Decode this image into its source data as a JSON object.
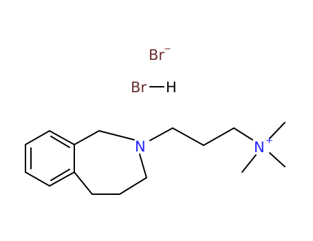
{
  "molecule": {
    "labels": {
      "bromide_ion": "Br",
      "bromide_charge": "−",
      "hbr_br": "Br",
      "hbr_h": "H",
      "ring_nitrogen": "N",
      "ammonium_nitrogen": "N",
      "ammonium_charge": "+"
    },
    "colors": {
      "bond": "#000000",
      "bromine": "#6b2e2e",
      "nitrogen": "#2020ff",
      "hydrogen": "#000000"
    }
  }
}
